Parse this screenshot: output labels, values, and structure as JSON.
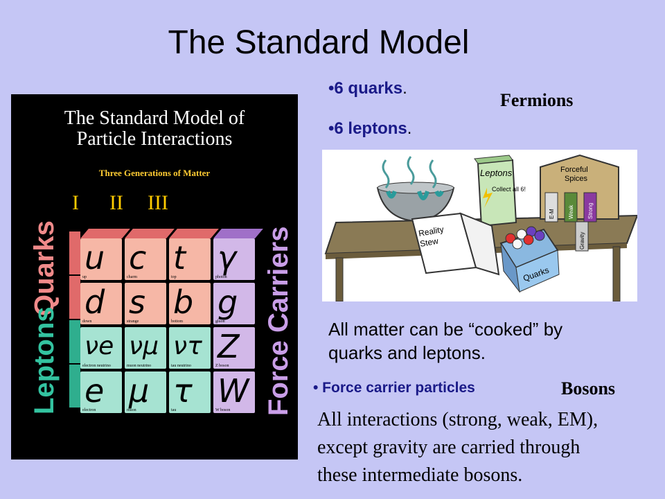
{
  "slide": {
    "title": "The Standard Model",
    "bullet1": "•6 quarks",
    "bullet1_end": ".",
    "bullet2": "•6 leptons",
    "bullet2_end": ".",
    "fermions": "Fermions",
    "cooked_line1": "All matter can be “cooked” by",
    "cooked_line2": "quarks and leptons.",
    "force_bullet": "• Force carrier particles",
    "bosons": "Bosons",
    "interactions_line1": "All interactions (strong, weak, EM),",
    "interactions_line2": "except gravity are carried through",
    "interactions_line3": "these intermediate bosons."
  },
  "poster": {
    "title_line1": "The Standard Model of",
    "title_line2": "Particle Interactions",
    "subtitle": "Three Generations of Matter",
    "generations": [
      "I",
      "II",
      "III"
    ],
    "quarks_label": "Quarks",
    "leptons_label": "Leptons",
    "force_label": "Force Carriers",
    "cells": [
      {
        "sym": "u",
        "name": "up"
      },
      {
        "sym": "c",
        "name": "charm"
      },
      {
        "sym": "t",
        "name": "top"
      },
      {
        "sym": "γ",
        "name": "photon"
      },
      {
        "sym": "d",
        "name": "down"
      },
      {
        "sym": "s",
        "name": "strange"
      },
      {
        "sym": "b",
        "name": "bottom"
      },
      {
        "sym": "g",
        "name": "gluon"
      },
      {
        "sym": "νe",
        "name": "electron neutrino"
      },
      {
        "sym": "νμ",
        "name": "muon neutrino"
      },
      {
        "sym": "ντ",
        "name": "tau neutrino"
      },
      {
        "sym": "Z",
        "name": "Z boson"
      },
      {
        "sym": "e",
        "name": "electron"
      },
      {
        "sym": "μ",
        "name": "muon"
      },
      {
        "sym": "τ",
        "name": "tau"
      },
      {
        "sym": "W",
        "name": "W boson"
      }
    ],
    "colors": {
      "quark": "#f6b7a6",
      "quark_side": "#e06a6a",
      "lepton": "#a6e3d2",
      "lepton_side": "#2fae8e",
      "force": "#d2b8e8",
      "force_side": "#a070c8"
    }
  },
  "cartoon": {
    "leptons_box": "Leptons",
    "collect": "Collect all 6!",
    "spices_line1": "Forceful",
    "spices_line2": "Spices",
    "jar_em": "E-M",
    "jar_weak": "Weak",
    "jar_strong": "Strong",
    "jar_gravity": "Gravity",
    "book_line1": "Reality",
    "book_line2": "Stew",
    "quarks_box": "Quarks"
  }
}
